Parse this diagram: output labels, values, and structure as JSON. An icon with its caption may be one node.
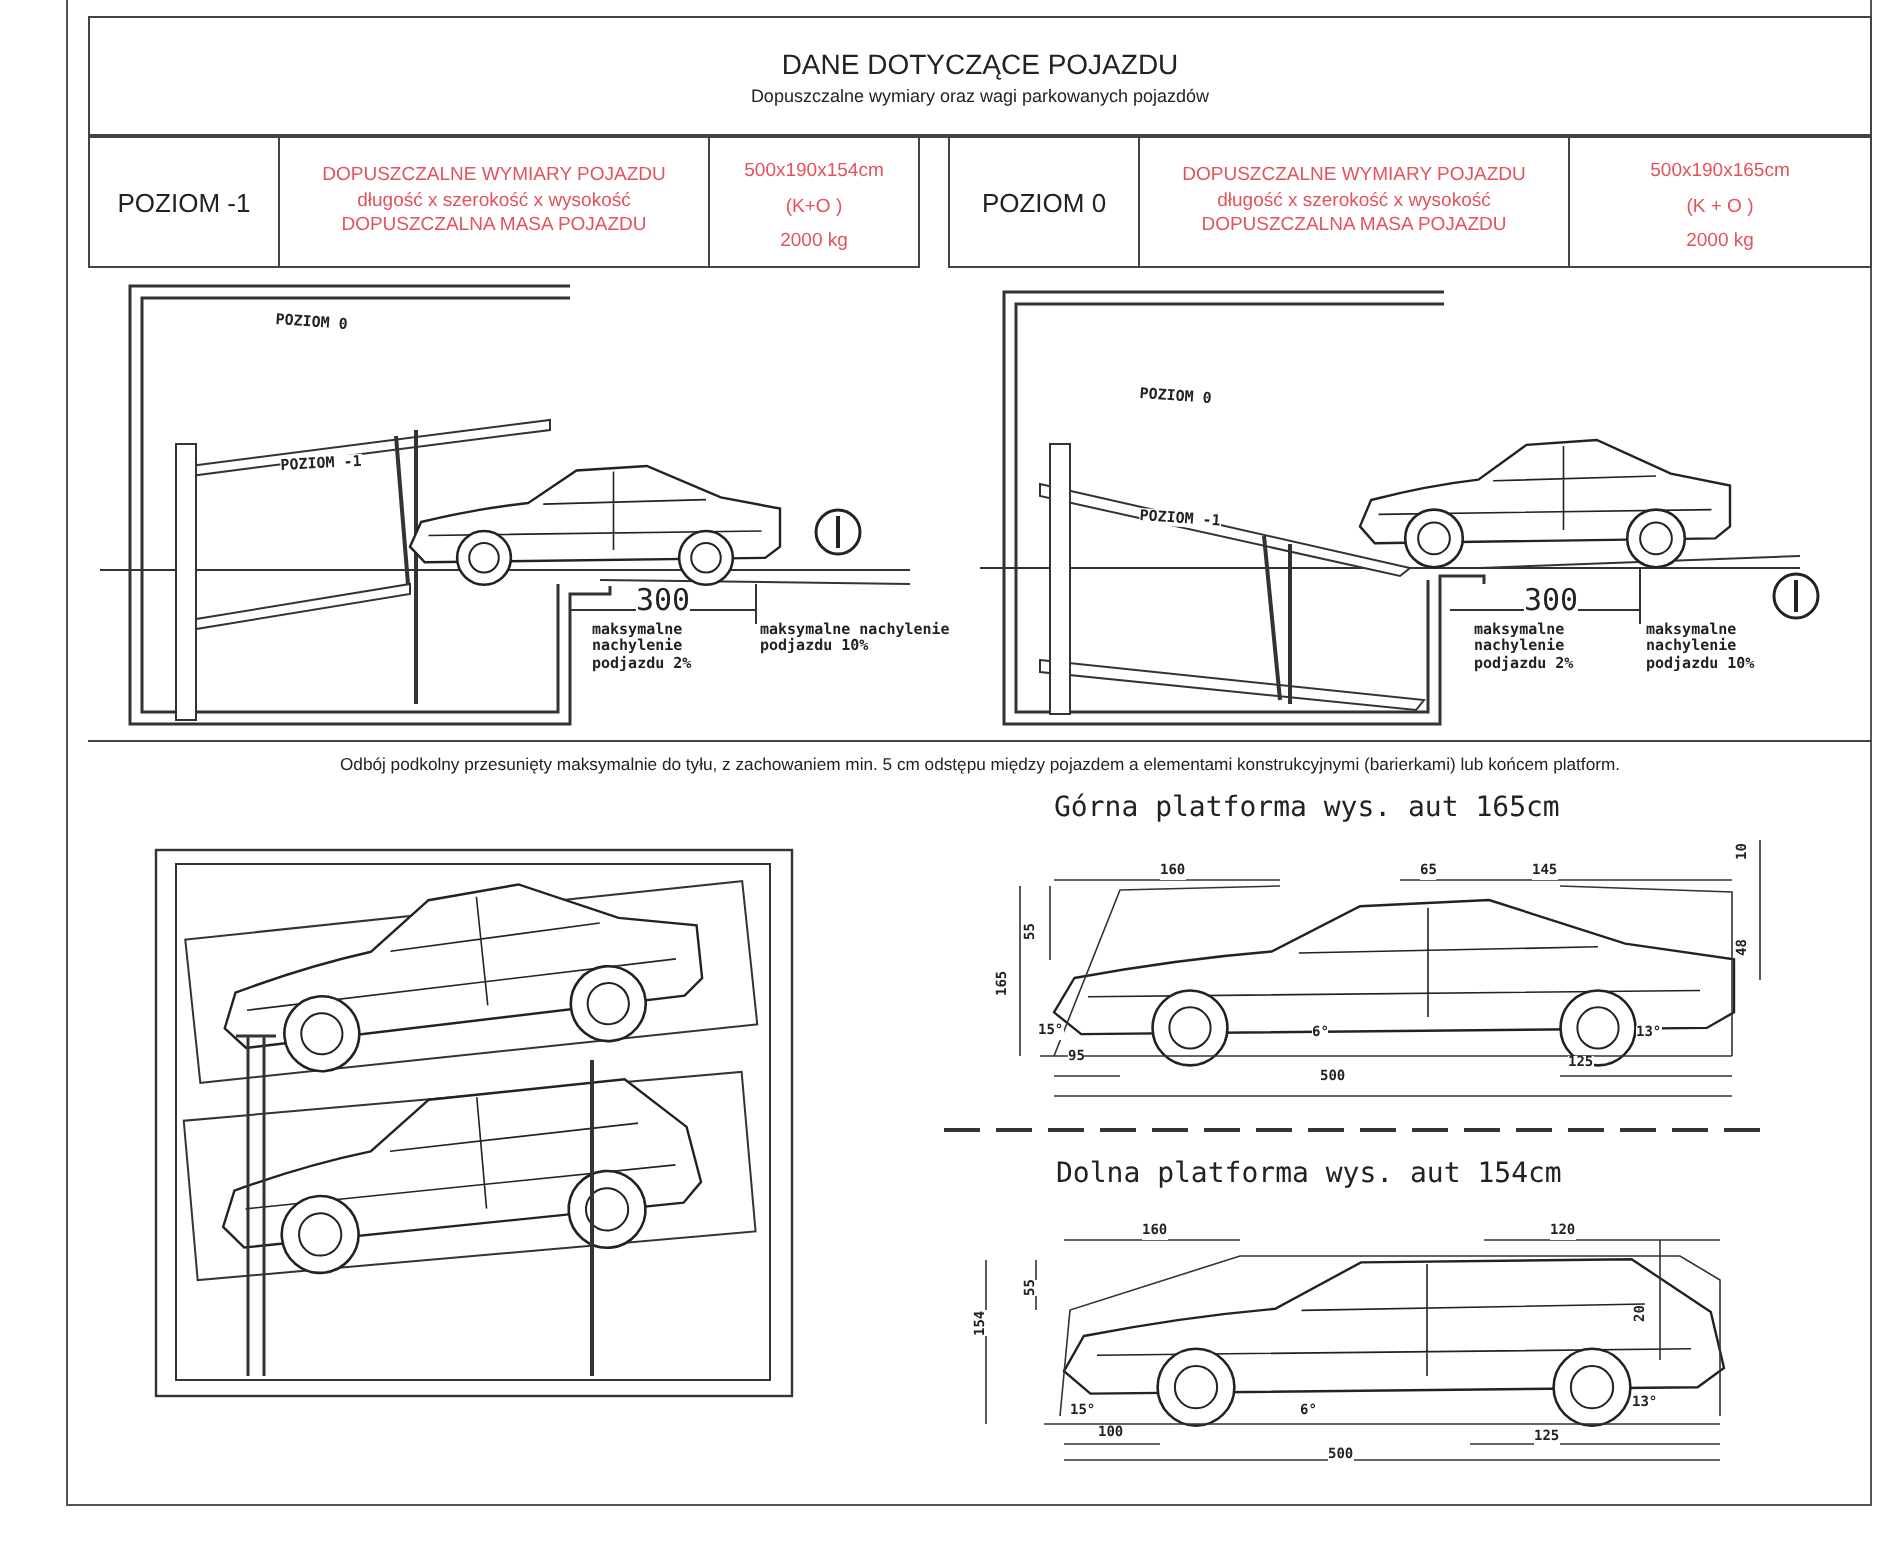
{
  "diagram": {
    "title": "DANE DOTYCZĄCE POJAZDU",
    "labels": [
      "Dopuszczalne wymiary oraz wagi parkowanych pojazdów",
      "POZIOM -1",
      "DOPUSZCZALNE WYMIARY POJAZDU",
      "długość x szerokość x wysokość",
      "DOPUSZCZALNA MASA POJAZDU",
      "500x190x154cm",
      "(K+O )",
      "2000 kg",
      "POZIOM 0",
      "DOPUSZCZALNE WYMIARY POJAZDU",
      "długość x szerokość x wysokość",
      "DOPUSZCZALNA MASA POJAZDU",
      "500x190x165cm",
      "(K + O )",
      "2000 kg",
      "POZIOM 0",
      "POZIOM -1",
      "300",
      "maksymalne nachylenie podjazdu 2%",
      "maksymalne nachylenie podjazdu 10%",
      "POZIOM 0",
      "POZIOM -1",
      "300",
      "maksymalne nachylenie podjazdu 2%",
      "maksymalne nachylenie podjazdu 10%",
      "Odbój podkolny przesunięty maksymalnie do tyłu, z zachowaniem min.  5 cm odstępu między pojazdem a elementami konstrukcyjnymi (barierkami) lub końcem platform.",
      "Górna platforma wys. aut 165cm",
      "160",
      "65",
      "145",
      "10",
      "55",
      "165",
      "48",
      "15°",
      "6°",
      "13°",
      "95",
      "125",
      "500",
      "Dolna platforma wys. aut 154cm",
      "160",
      "120",
      "55",
      "154",
      "20",
      "15°",
      "6°",
      "13°",
      "100",
      "125",
      "500"
    ]
  }
}
